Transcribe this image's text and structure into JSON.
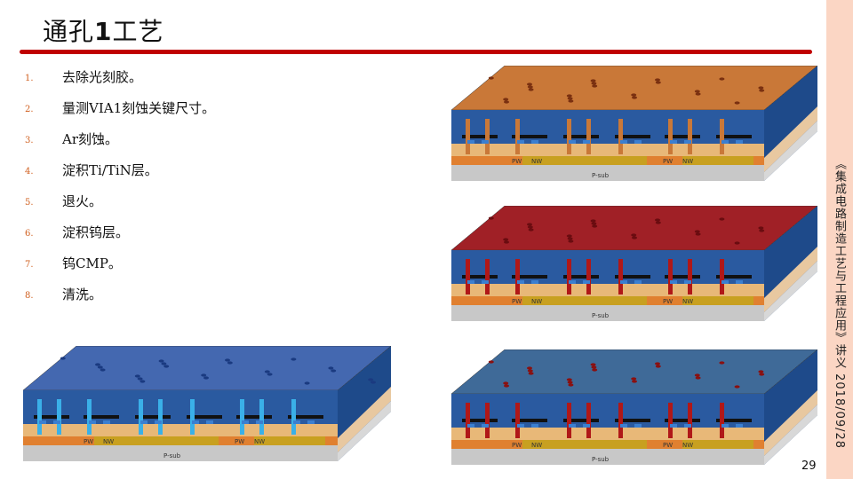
{
  "slide": {
    "title_prefix": "通孔",
    "title_number": "1",
    "title_suffix": "工艺",
    "page_number": "29",
    "sidebar_text": "《集成电路制造工艺与工程应用》讲义  2018/09/28"
  },
  "steps": [
    {
      "num": "1.",
      "text": "去除光刻胶。"
    },
    {
      "num": "2.",
      "text": "量测VIA1刻蚀关键尺寸。"
    },
    {
      "num": "3.",
      "text": "Ar刻蚀。"
    },
    {
      "num": "4.",
      "text": "淀积Ti/TiN层。"
    },
    {
      "num": "5.",
      "text": "退火。"
    },
    {
      "num": "6.",
      "text": "淀积钨层。"
    },
    {
      "num": "7.",
      "text": "钨CMP。"
    },
    {
      "num": "8.",
      "text": "清洗。"
    }
  ],
  "diagrams": [
    {
      "name": "photoresist-removal",
      "top_color": "#c97838",
      "front_color": "#2a5aa0",
      "via_color": "#c97838",
      "hole_color": "#7a3010",
      "labels": {
        "pw1": "PW",
        "nw1": "NW",
        "pw2": "PW",
        "nw2": "NW",
        "psub": "P-sub"
      }
    },
    {
      "name": "ti-tin-deposition",
      "top_color": "#a02026",
      "front_color": "#2a5aa0",
      "via_color": "#b01818",
      "hole_color": "#6a0c10",
      "labels": {
        "pw1": "PW",
        "nw1": "NW",
        "pw2": "PW",
        "nw2": "NW",
        "psub": "P-sub"
      }
    },
    {
      "name": "via-etch",
      "top_color": "#4468b0",
      "front_color": "#2a5aa0",
      "via_color": "#3ab0e8",
      "hole_color": "#1a3a80",
      "labels": {
        "pw1": "PW",
        "nw1": "NW",
        "pw2": "PW",
        "nw2": "NW",
        "psub": "P-sub"
      }
    },
    {
      "name": "tungsten-cmp",
      "top_color": "#3f6a98",
      "front_color": "#2a5aa0",
      "via_color": "#b01818",
      "hole_color": "#8a1010",
      "labels": {
        "pw1": "PW",
        "nw1": "NW",
        "pw2": "PW",
        "nw2": "NW",
        "psub": "P-sub"
      }
    }
  ]
}
